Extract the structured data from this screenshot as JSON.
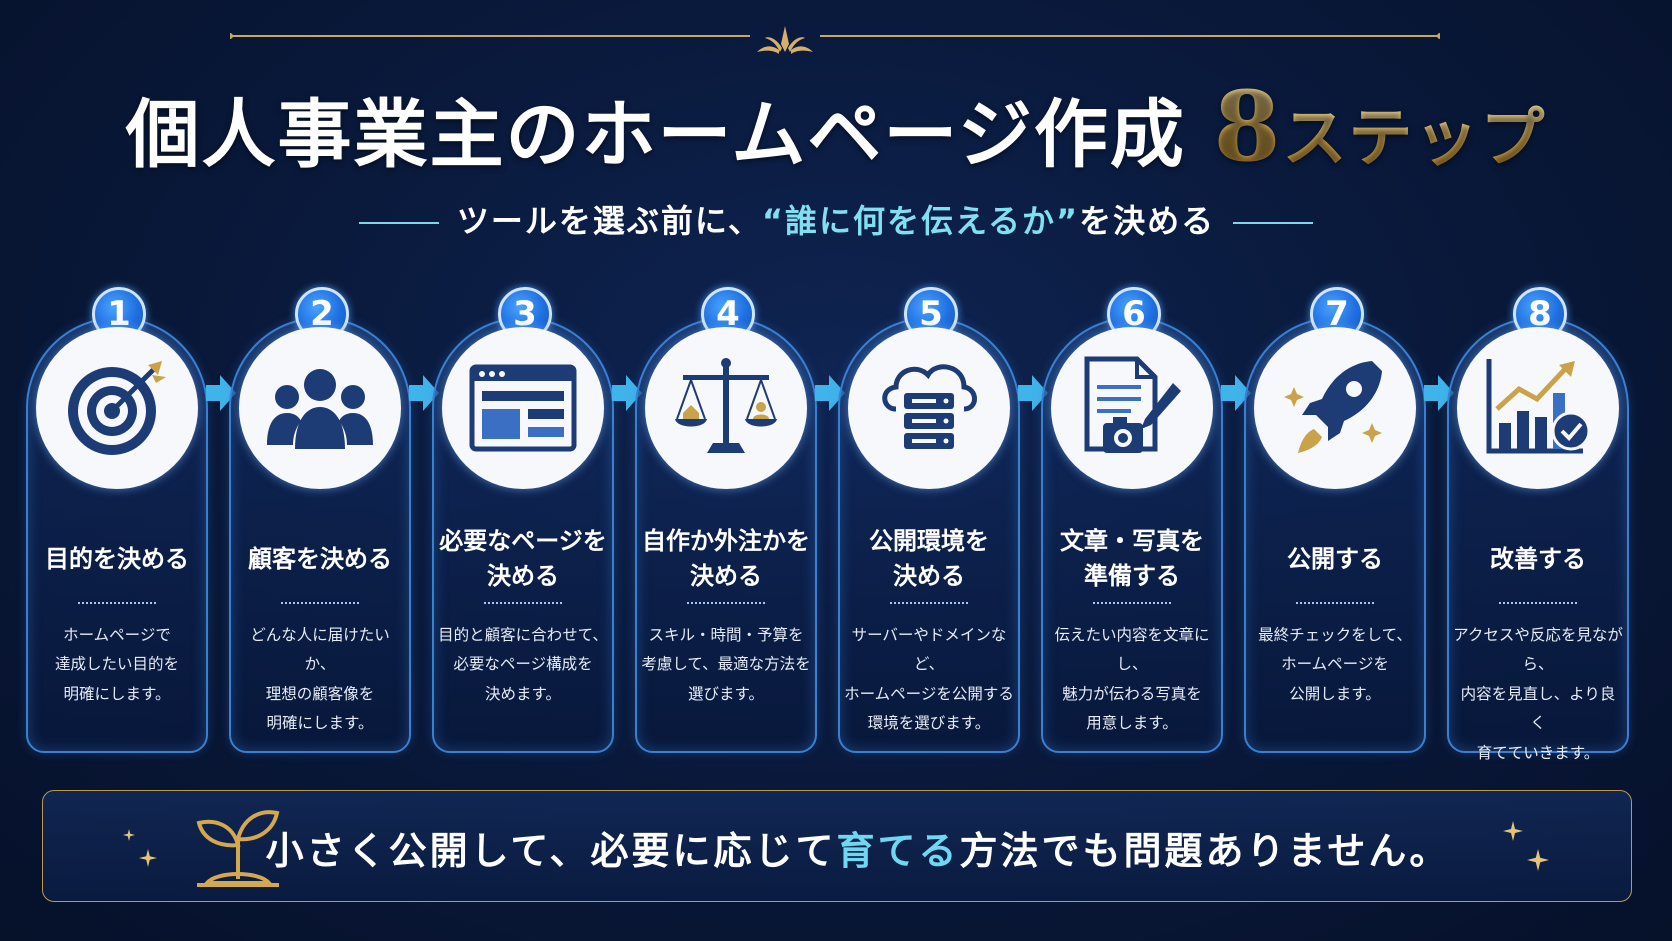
{
  "title": {
    "main": "個人事業主のホームページ作成",
    "number": "8",
    "suffix": "ステップ"
  },
  "subtitle": {
    "before": "ツールを選ぶ前に、",
    "highlight": "“誰に何を伝えるか”",
    "after": "を決める"
  },
  "steps": [
    {
      "number": "1",
      "title": "目的を決める",
      "desc": [
        "ホームページで",
        "達成したい目的を",
        "明確にします。"
      ],
      "icon": "target-icon"
    },
    {
      "number": "2",
      "title": "顧客を決める",
      "desc": [
        "どんな人に届けたいか、",
        "理想の顧客像を",
        "明確にします。"
      ],
      "icon": "people-icon"
    },
    {
      "number": "3",
      "title": "必要なページを決める",
      "title_lines": [
        "必要なページを",
        "決める"
      ],
      "desc": [
        "目的と顧客に合わせて、",
        "必要なページ構成を",
        "決めます。"
      ],
      "icon": "webpage-layout-icon"
    },
    {
      "number": "4",
      "title": "自作か外注かを決める",
      "title_lines": [
        "自作か外注かを",
        "決める"
      ],
      "desc": [
        "スキル・時間・予算を",
        "考慮して、最適な方法を",
        "選びます。"
      ],
      "icon": "balance-scale-icon"
    },
    {
      "number": "5",
      "title": "公開環境を決める",
      "title_lines": [
        "公開環境を",
        "決める"
      ],
      "desc": [
        "サーバーやドメインなど、",
        "ホームページを公開する",
        "環境を選びます。"
      ],
      "icon": "cloud-server-icon"
    },
    {
      "number": "6",
      "title": "文章・写真を準備する",
      "title_lines": [
        "文章・写真を",
        "準備する"
      ],
      "desc": [
        "伝えたい内容を文章にし、",
        "魅力が伝わる写真を",
        "用意します。"
      ],
      "icon": "document-camera-icon"
    },
    {
      "number": "7",
      "title": "公開する",
      "desc": [
        "最終チェックをして、",
        "ホームページを",
        "公開します。"
      ],
      "icon": "rocket-icon"
    },
    {
      "number": "8",
      "title": "改善する",
      "desc": [
        "アクセスや反応を見ながら、",
        "内容を見直し、より良く",
        "育てていきます。"
      ],
      "icon": "growth-chart-icon"
    }
  ],
  "bottom": {
    "before": "小さく公開して、必要に応じて",
    "highlight": "育てる",
    "after": "方法でも問題ありません。",
    "icon": "sprout-icon"
  },
  "colors": {
    "background": "#0a1a3d",
    "accent_cyan": "#6fd8f0",
    "gold": "#d4a94d",
    "badge_blue": "#1f6fe0",
    "card_border": "#3a7fd0",
    "icon_navy": "#1d3b75"
  }
}
